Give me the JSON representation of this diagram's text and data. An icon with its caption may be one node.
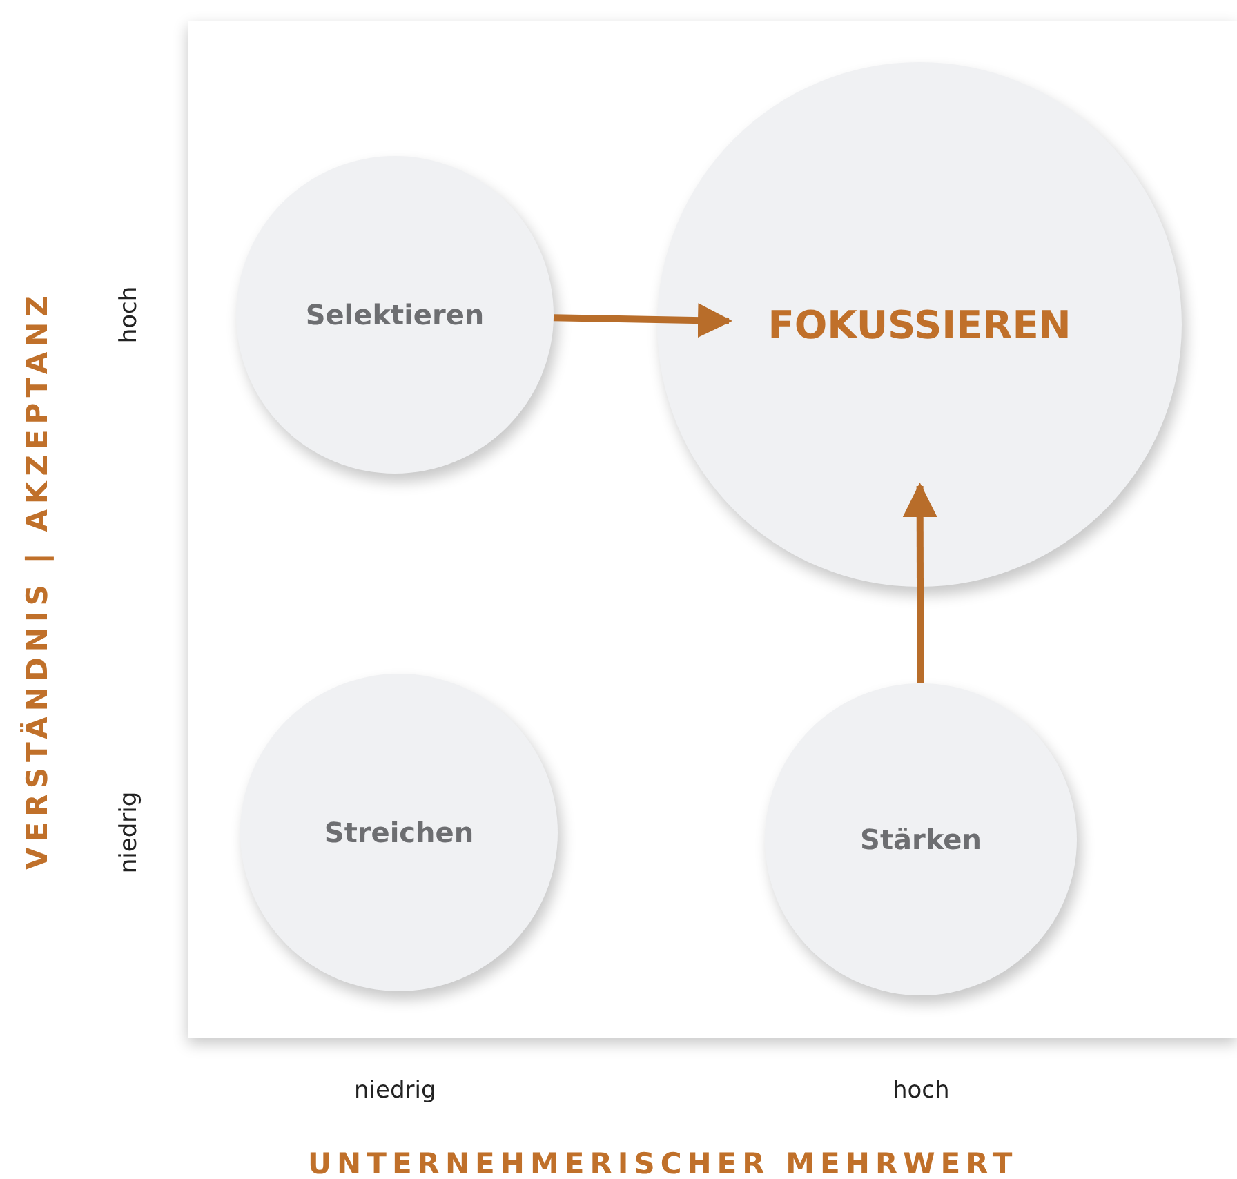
{
  "diagram": {
    "nodes": [
      {
        "text": [
          "Selektieren"
        ]
      },
      {
        "text": [
          "FOKUSSIEREN"
        ]
      },
      {
        "text": [
          "Streichen"
        ]
      },
      {
        "text": [
          "Stärken"
        ]
      }
    ],
    "edges": [
      {
        "from": 0,
        "to": 1,
        "arrow": "to"
      },
      {
        "from": 3,
        "to": 1,
        "arrow": "to"
      }
    ],
    "labels": [
      "VERSTÄNDNIS | AKZEPTANZ",
      "hoch",
      "niedrig",
      "niedrig",
      "hoch",
      "UNTERNEHMERISCHER MEHRWERT"
    ]
  }
}
